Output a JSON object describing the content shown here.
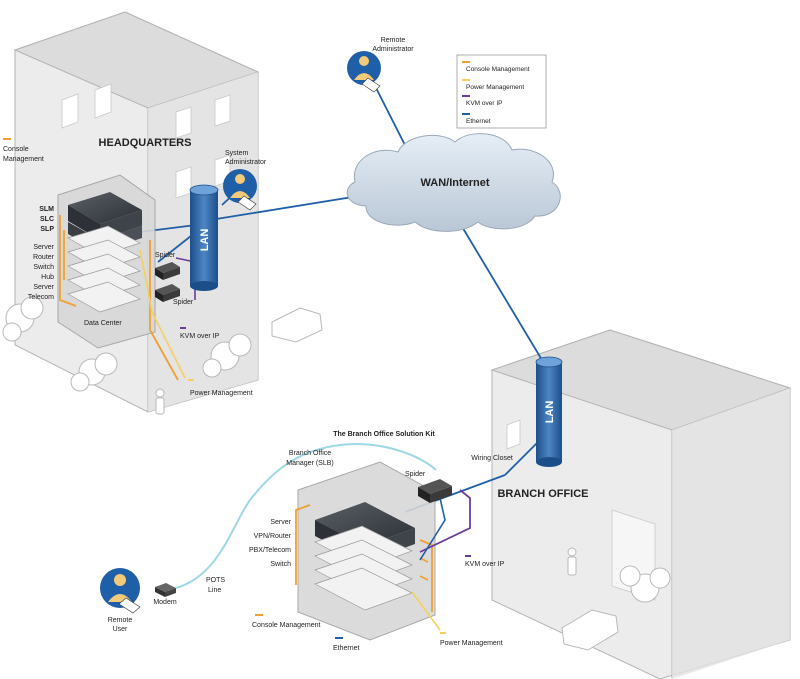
{
  "colors": {
    "console": "#f0a030",
    "power": "#f5d060",
    "kvm": "#6a3d9a",
    "ethernet": "#1f5fa8"
  },
  "legend": {
    "items": [
      {
        "label": "Console Management",
        "color": "#f0a030"
      },
      {
        "label": "Power Management",
        "color": "#f5d060"
      },
      {
        "label": "KVM over IP",
        "color": "#6a3d9a"
      },
      {
        "label": "Ethernet",
        "color": "#1f5fa8"
      }
    ]
  },
  "headquarters": {
    "title": "HEADQUARTERS",
    "console_label_1": "Console",
    "console_label_2": "Management",
    "devices": [
      "SLM",
      "SLC",
      "SLP",
      "Server",
      "Router",
      "Switch",
      "Hub",
      "Server",
      "Telecom"
    ],
    "data_center": "Data Center",
    "spider_1": "Spider",
    "spider_2": "Spider",
    "kvm": "KVM over IP",
    "power": "Power Management",
    "lan": "LAN"
  },
  "sys_admin": {
    "line1": "System",
    "line2": "Administrator"
  },
  "remote_admin": {
    "line1": "Remote",
    "line2": "Administrator"
  },
  "wan": "WAN/Internet",
  "branch": {
    "title": "BRANCH OFFICE",
    "lan": "LAN",
    "wiring_closet": "Wiring Closet",
    "kit_title": "The Branch Office Solution Kit",
    "manager_1": "Branch Office",
    "manager_2": "Manager (SLB)",
    "spider": "Spider",
    "devices": [
      "Server",
      "VPN/Router",
      "PBX/Telecom",
      "Switch"
    ],
    "kvm": "KVM over IP",
    "console": "Console Management",
    "ethernet": "Ethernet",
    "power": "Power Management"
  },
  "remote_user": {
    "line1": "Remote",
    "line2": "User",
    "modem": "Modem",
    "pots_1": "POTS",
    "pots_2": "Line"
  }
}
